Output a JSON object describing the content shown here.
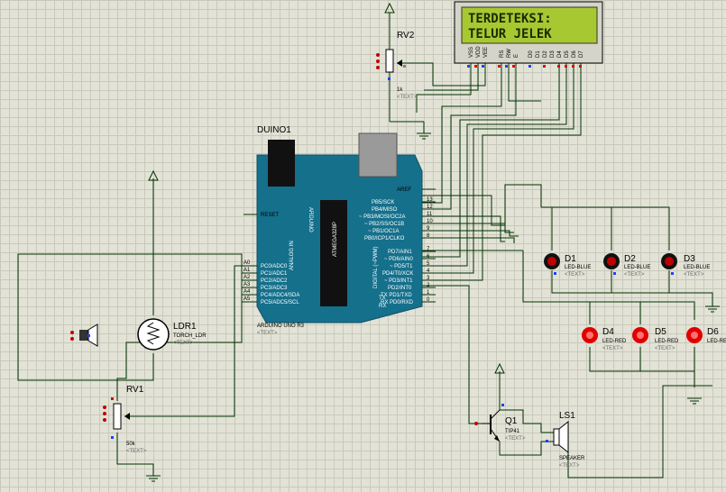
{
  "lcd": {
    "line1": "TERDETEKSI:",
    "line2": "TELUR JELEK",
    "pins": [
      "VSS",
      "VDD",
      "VEE",
      "RS",
      "RW",
      "E",
      "D0",
      "D1",
      "D2",
      "D3",
      "D4",
      "D5",
      "D6",
      "D7"
    ]
  },
  "rv2": {
    "name": "RV2",
    "value": "1k",
    "text": "<TEXT>"
  },
  "rv1": {
    "name": "RV1",
    "value": "50k",
    "text": "<TEXT>"
  },
  "arduino": {
    "name": "DUINO1",
    "model": "ARDUINO UNO R3",
    "text": "<TEXT>",
    "reset": "RESET",
    "aref": "AREF",
    "analog_title": "ANALOG IN",
    "digital_title": "DIGITAL (~PWM)",
    "chip_text": "ATMEGA328P",
    "brand_text": "ARDUINO",
    "left_pins": [
      {
        "num": "A0",
        "label": "PC0/ADC0"
      },
      {
        "num": "A1",
        "label": "PC1/ADC1"
      },
      {
        "num": "A2",
        "label": "PC2/ADC2"
      },
      {
        "num": "A3",
        "label": "PC3/ADC3"
      },
      {
        "num": "A4",
        "label": "PC4/ADC4/SDA"
      },
      {
        "num": "A5",
        "label": "PC5/ADC5/SCL"
      }
    ],
    "right_pins_top": [
      {
        "num": "13",
        "label": "PB5/SCK"
      },
      {
        "num": "12",
        "label": "PB4/MISO"
      },
      {
        "num": "11",
        "label": "~ PB3/MOSI/OC2A"
      },
      {
        "num": "10",
        "label": "~ PB2/SS/OC1B"
      },
      {
        "num": "9",
        "label": "~ PB1/OC1A"
      },
      {
        "num": "8",
        "label": "PB0/ICP1/CLKO"
      }
    ],
    "right_pins_bottom": [
      {
        "num": "7",
        "label": "PD7/AIN1"
      },
      {
        "num": "6",
        "label": "~ PD6/AIN0"
      },
      {
        "num": "5",
        "label": "~ PD5/T1"
      },
      {
        "num": "4",
        "label": "PD4/T0/XCK"
      },
      {
        "num": "3",
        "label": "~ PD3/INT1"
      },
      {
        "num": "2",
        "label": "PD2/INT0"
      },
      {
        "num": "1",
        "label": "TX PD1/TXD"
      },
      {
        "num": "0",
        "label": "RX PD0/RXD"
      }
    ],
    "tx": "TX",
    "rx": "RX"
  },
  "ldr": {
    "name": "LDR1",
    "type": "TORCH_LDR",
    "text": "<TEXT>"
  },
  "leds_blue": [
    {
      "name": "D1",
      "type": "LED-BLUE",
      "text": "<TEXT>"
    },
    {
      "name": "D2",
      "type": "LED-BLUE",
      "text": "<TEXT>"
    },
    {
      "name": "D3",
      "type": "LED-BLUE",
      "text": "<TEXT>"
    }
  ],
  "leds_red": [
    {
      "name": "D4",
      "type": "LED-RED",
      "text": "<TEXT>"
    },
    {
      "name": "D5",
      "type": "LED-RED",
      "text": "<TEXT>"
    },
    {
      "name": "D6",
      "type": "LED-RE",
      "text": ""
    }
  ],
  "q1": {
    "name": "Q1",
    "type": "TIP41",
    "text": "<TEXT>"
  },
  "ls1": {
    "name": "LS1",
    "type": "SPEAKER",
    "text": "<TEXT>"
  },
  "colors": {
    "board": "#15708c",
    "lcd_bg": "#a8c832",
    "wire": "#003300",
    "led_red": "#e00000",
    "led_blue_body": "#cc0000"
  }
}
